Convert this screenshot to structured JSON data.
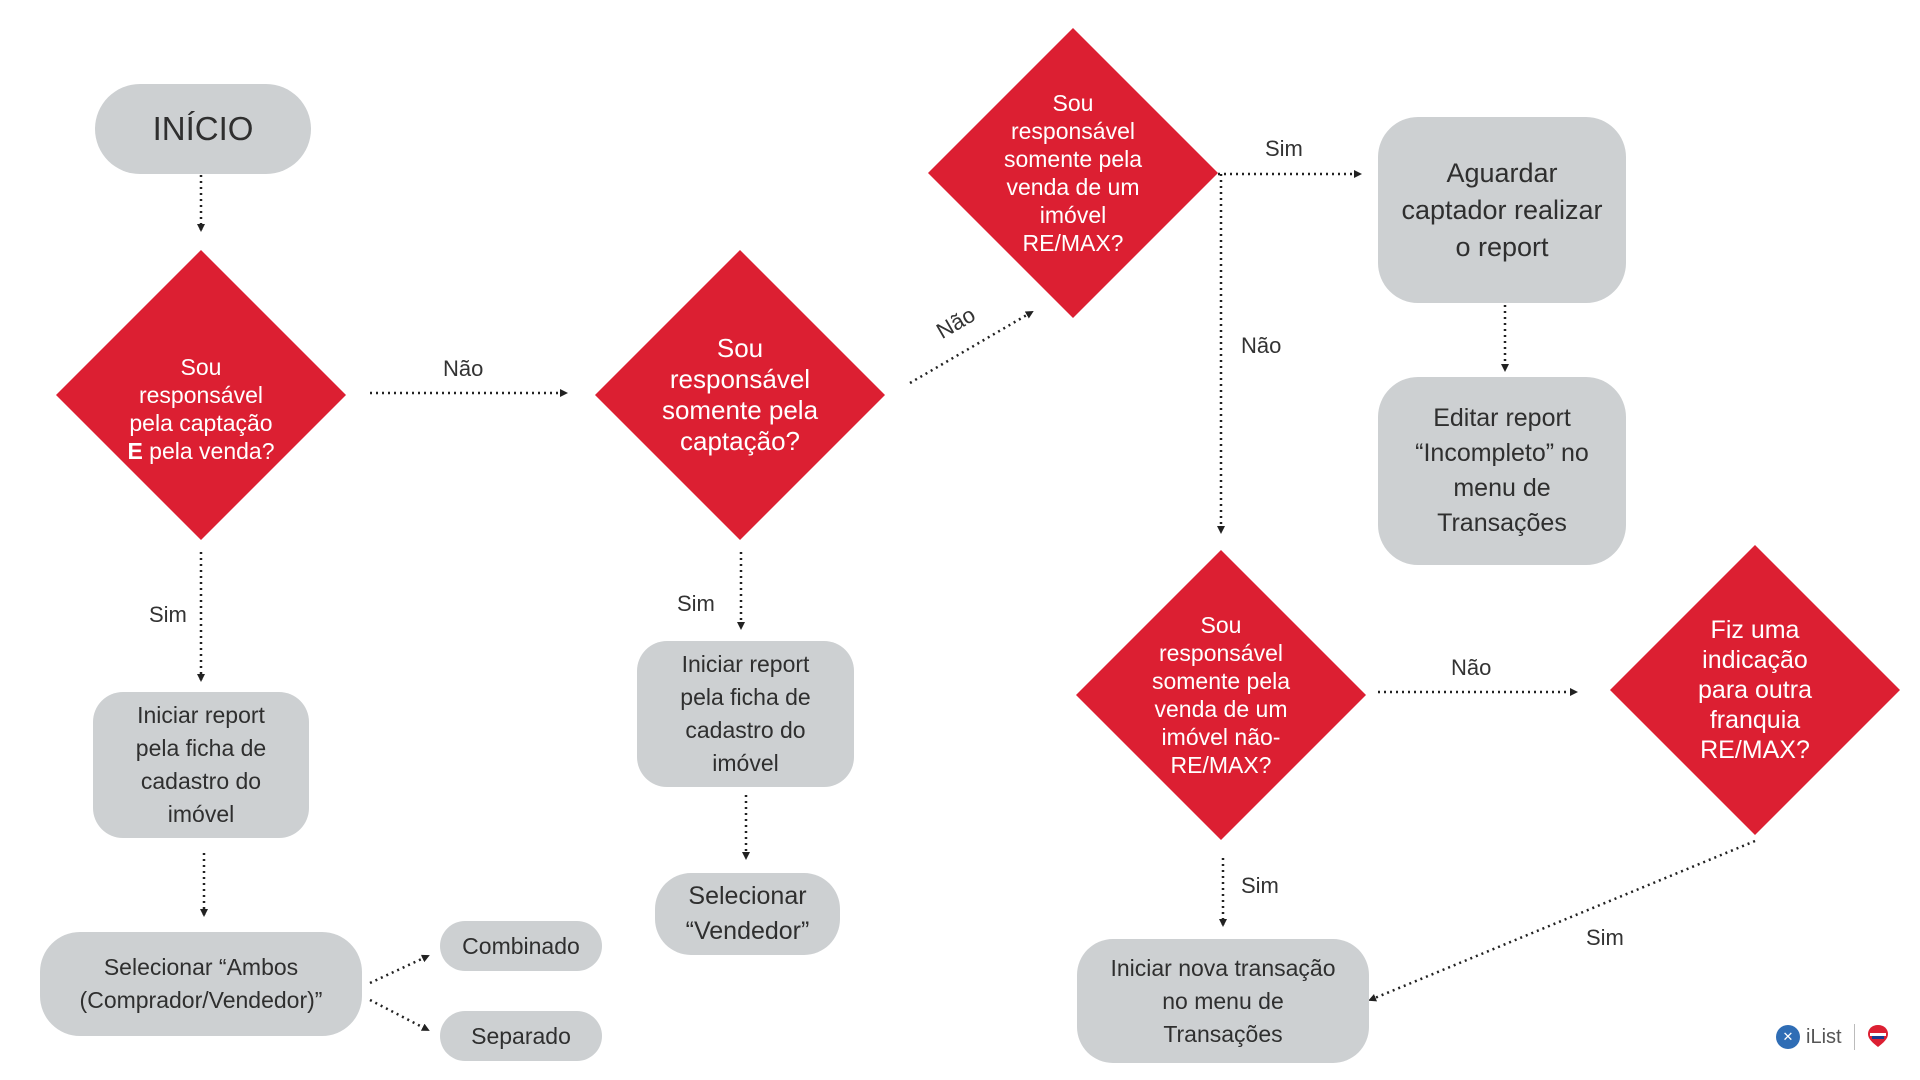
{
  "nodes": {
    "inicio": "INÍCIO",
    "q1_pre": "Sou\nresponsável\npela captação\n",
    "q1_bold": "E",
    "q1_post": " pela venda?",
    "q2": "Sou\nresponsável\nsomente pela\ncaptação?",
    "q3": "Sou\nresponsável\nsomente pela\nvenda de um\nimóvel\nRE/MAX?",
    "q4": "Sou\nresponsável\nsomente pela\nvenda de um\nimóvel não-\nRE/MAX?",
    "q5": "Fiz uma\nindicação\npara outra\nfranquia\nRE/MAX?",
    "box_iniciar_1": "Iniciar report\npela ficha de\ncadastro do\nimóvel",
    "box_ambos": "Selecionar “Ambos\n(Comprador/Vendedor)”",
    "box_combinado": "Combinado",
    "box_separado": "Separado",
    "box_iniciar_2": "Iniciar report\npela ficha de\ncadastro do\nimóvel",
    "box_vendedor": "Selecionar\n“Vendedor”",
    "box_aguardar": "Aguardar\ncaptador realizar\no report",
    "box_editar": "Editar report\n“Incompleto” no\nmenu de\nTransações",
    "box_nova": "Iniciar nova transação\nno menu de\nTransações"
  },
  "edges": {
    "q1_nao": "Não",
    "q1_sim": "Sim",
    "q2_nao": "Não",
    "q2_sim": "Sim",
    "q3_sim": "Sim",
    "q3_nao": "Não",
    "q4_nao": "Não",
    "q4_sim": "Sim",
    "q5_sim": "Sim"
  },
  "logo": {
    "text": "iList",
    "icon": "ilist-icon"
  },
  "colors": {
    "decision": "#dc1f32",
    "process": "#cdd0d2",
    "arrow": "#222222"
  }
}
